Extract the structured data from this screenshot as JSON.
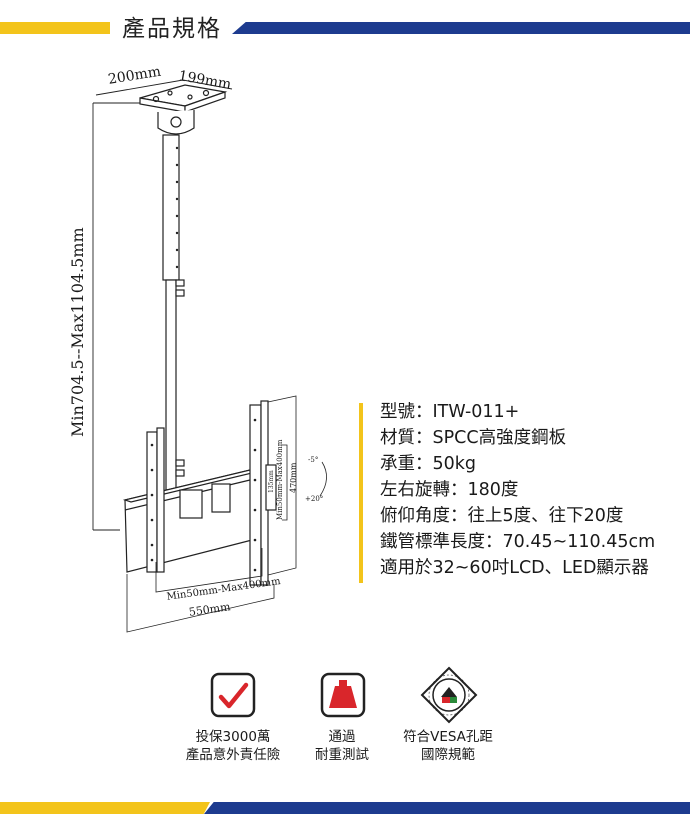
{
  "header": {
    "title": "產品規格"
  },
  "diagram": {
    "top_width_a": "200mm",
    "top_width_b": "199mm",
    "height_range": "Min704.5--Max1104.5mm",
    "vesa_height": "Min50mm-Max400mm",
    "plate_height": "470mm",
    "plate_height_b": "135mm",
    "tilt_up": "-5°",
    "tilt_down": "+20°",
    "vesa_width": "Min50mm-Max400mm",
    "plate_width": "550mm"
  },
  "specs": [
    "型號：ITW-011+",
    "材質：SPCC高強度鋼板",
    "承重：50kg",
    "左右旋轉：180度",
    "俯仰角度：往上5度、往下20度",
    "鐵管標準長度：70.45~110.45cm",
    "適用於32~60吋LCD、LED顯示器"
  ],
  "badges": [
    {
      "line1": "投保3000萬",
      "line2": "產品意外責任險",
      "icon": "checkmark-icon"
    },
    {
      "line1": "通過",
      "line2": "耐重測試",
      "icon": "weight-icon"
    },
    {
      "line1": "符合VESA孔距",
      "line2": "國際規範",
      "icon": "vesa-seal-icon"
    }
  ],
  "colors": {
    "accent_yellow": "#f3c41b",
    "accent_blue": "#1d3b8f",
    "badge_red": "#d9262b"
  }
}
